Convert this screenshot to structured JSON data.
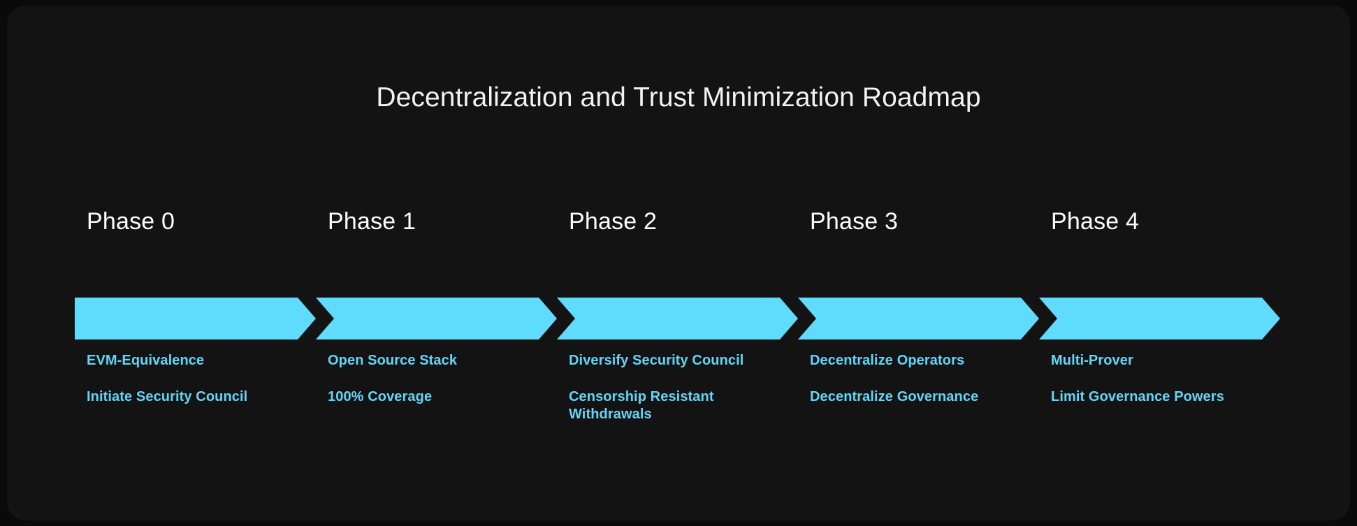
{
  "panel": {
    "background_color": "#131313",
    "outer_background_color": "#0a0a0a"
  },
  "title": "Decentralization and Trust Minimization Roadmap",
  "colors": {
    "accent_cyan": "#5fdbfb",
    "item_text_cyan": "#5fd8f8",
    "title_white": "#f2f2f2",
    "heading_white": "#ffffff"
  },
  "phases": [
    {
      "label": "Phase 0",
      "items": [
        "EVM-Equivalence",
        "Initiate Security Council"
      ]
    },
    {
      "label": "Phase 1",
      "items": [
        "Open Source Stack",
        "100% Coverage"
      ]
    },
    {
      "label": "Phase 2",
      "items": [
        "Diversify Security Council",
        "Censorship Resistant Withdrawals"
      ]
    },
    {
      "label": "Phase 3",
      "items": [
        "Decentralize Operators",
        "Decentralize Governance"
      ]
    },
    {
      "label": "Phase 4",
      "items": [
        "Multi-Prover",
        "Limit Governance Powers"
      ]
    }
  ]
}
